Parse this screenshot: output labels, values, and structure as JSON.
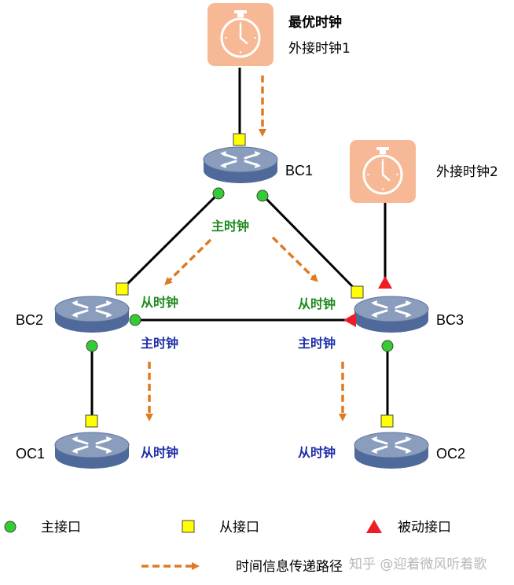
{
  "clocks": {
    "best_title": "最优时钟",
    "ext1": "外接时钟1",
    "ext2": "外接时钟2"
  },
  "nodes": {
    "bc1": "BC1",
    "bc2": "BC2",
    "bc3": "BC3",
    "oc1": "OC1",
    "oc2": "OC2"
  },
  "roles": {
    "master": "主时钟",
    "slave": "从时钟"
  },
  "legend": {
    "master_port": "主接口",
    "slave_port": "从接口",
    "passive_port": "被动接口",
    "time_path": "时间信息传递路径"
  },
  "watermark": "知乎 @迎着微风听着歌",
  "colors": {
    "clock_bg": "#f7b995",
    "router_top": "#7f93b5",
    "router_side": "#4f6a9a",
    "master_port": "#33cc33",
    "slave_port": "#ffff00",
    "passive_port": "#ee1c24",
    "arrow": "#e07a22",
    "role_green": "#1f8a1f",
    "role_blue": "#1f2fa8"
  }
}
